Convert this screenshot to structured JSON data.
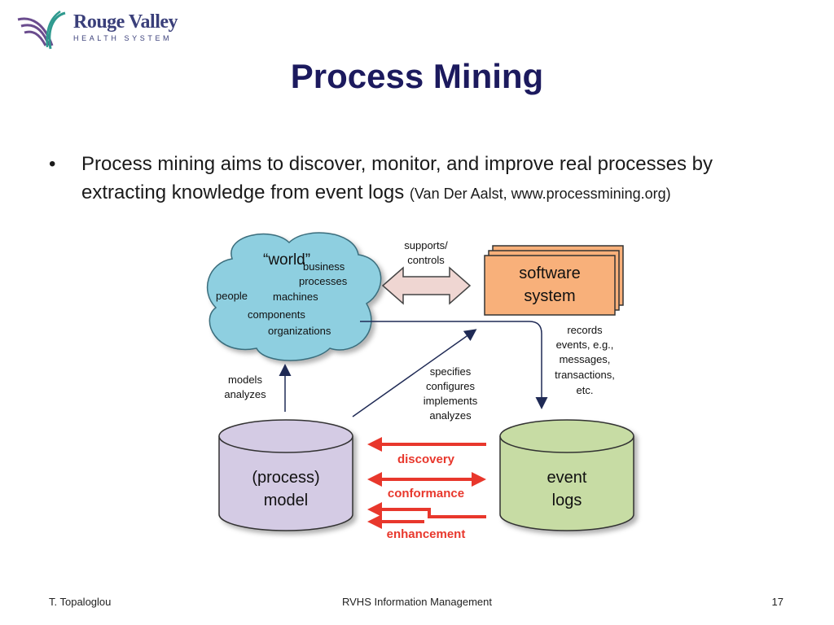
{
  "logo": {
    "name": "Rouge Valley",
    "subtitle": "HEALTH SYSTEM"
  },
  "slide": {
    "title": "Process Mining",
    "bullet_text": "Process mining aims to discover, monitor, and improve real processes by extracting knowledge from event logs",
    "citation": "(Van Der Aalst, www.processmining.org)"
  },
  "diagram": {
    "world_title": "“world”",
    "world_items": [
      "business",
      "processes",
      "people",
      "machines",
      "components",
      "organizations"
    ],
    "supports_controls": [
      "supports/",
      "controls"
    ],
    "software_system": [
      "software",
      "system"
    ],
    "records": [
      "records",
      "events, e.g.,",
      "messages,",
      "transactions,",
      "etc."
    ],
    "models_analyzes": [
      "models",
      "analyzes"
    ],
    "specifies": [
      "specifies",
      "configures",
      "implements",
      "analyzes"
    ],
    "process_model": [
      "(process)",
      "model"
    ],
    "event_logs": [
      "event",
      "logs"
    ],
    "discovery": "discovery",
    "conformance": "conformance",
    "enhancement": "enhancement"
  },
  "footer": {
    "author": "T. Topaloglou",
    "center": "RVHS Information Management",
    "page": "17"
  },
  "colors": {
    "title": "#1c1a5e",
    "cloud": "#8ecfe0",
    "software": "#f8b07a",
    "model": "#d4cbe4",
    "logs": "#c7dca4",
    "red_arrow": "#e8372c",
    "dark_arrow": "#1f2a55"
  }
}
